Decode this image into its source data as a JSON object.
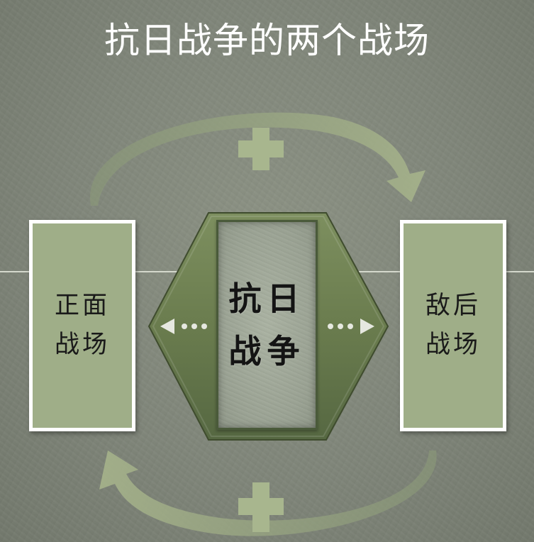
{
  "title": "抗日战争的两个战场",
  "center": {
    "label": "抗日战争"
  },
  "left_box": {
    "label": "正面战场"
  },
  "right_box": {
    "label": "敌后战场"
  },
  "top_symbol": "plus",
  "bottom_symbol": "plus",
  "colors": {
    "background": "#80867a",
    "box_fill": "#9fae88",
    "box_border": "#ffffff",
    "hexagon": "#6d7f52",
    "center_stone": "#9aa293",
    "arrow": "#9aaa7f",
    "plus": "#a8b68e",
    "title_text": "#ffffff"
  }
}
